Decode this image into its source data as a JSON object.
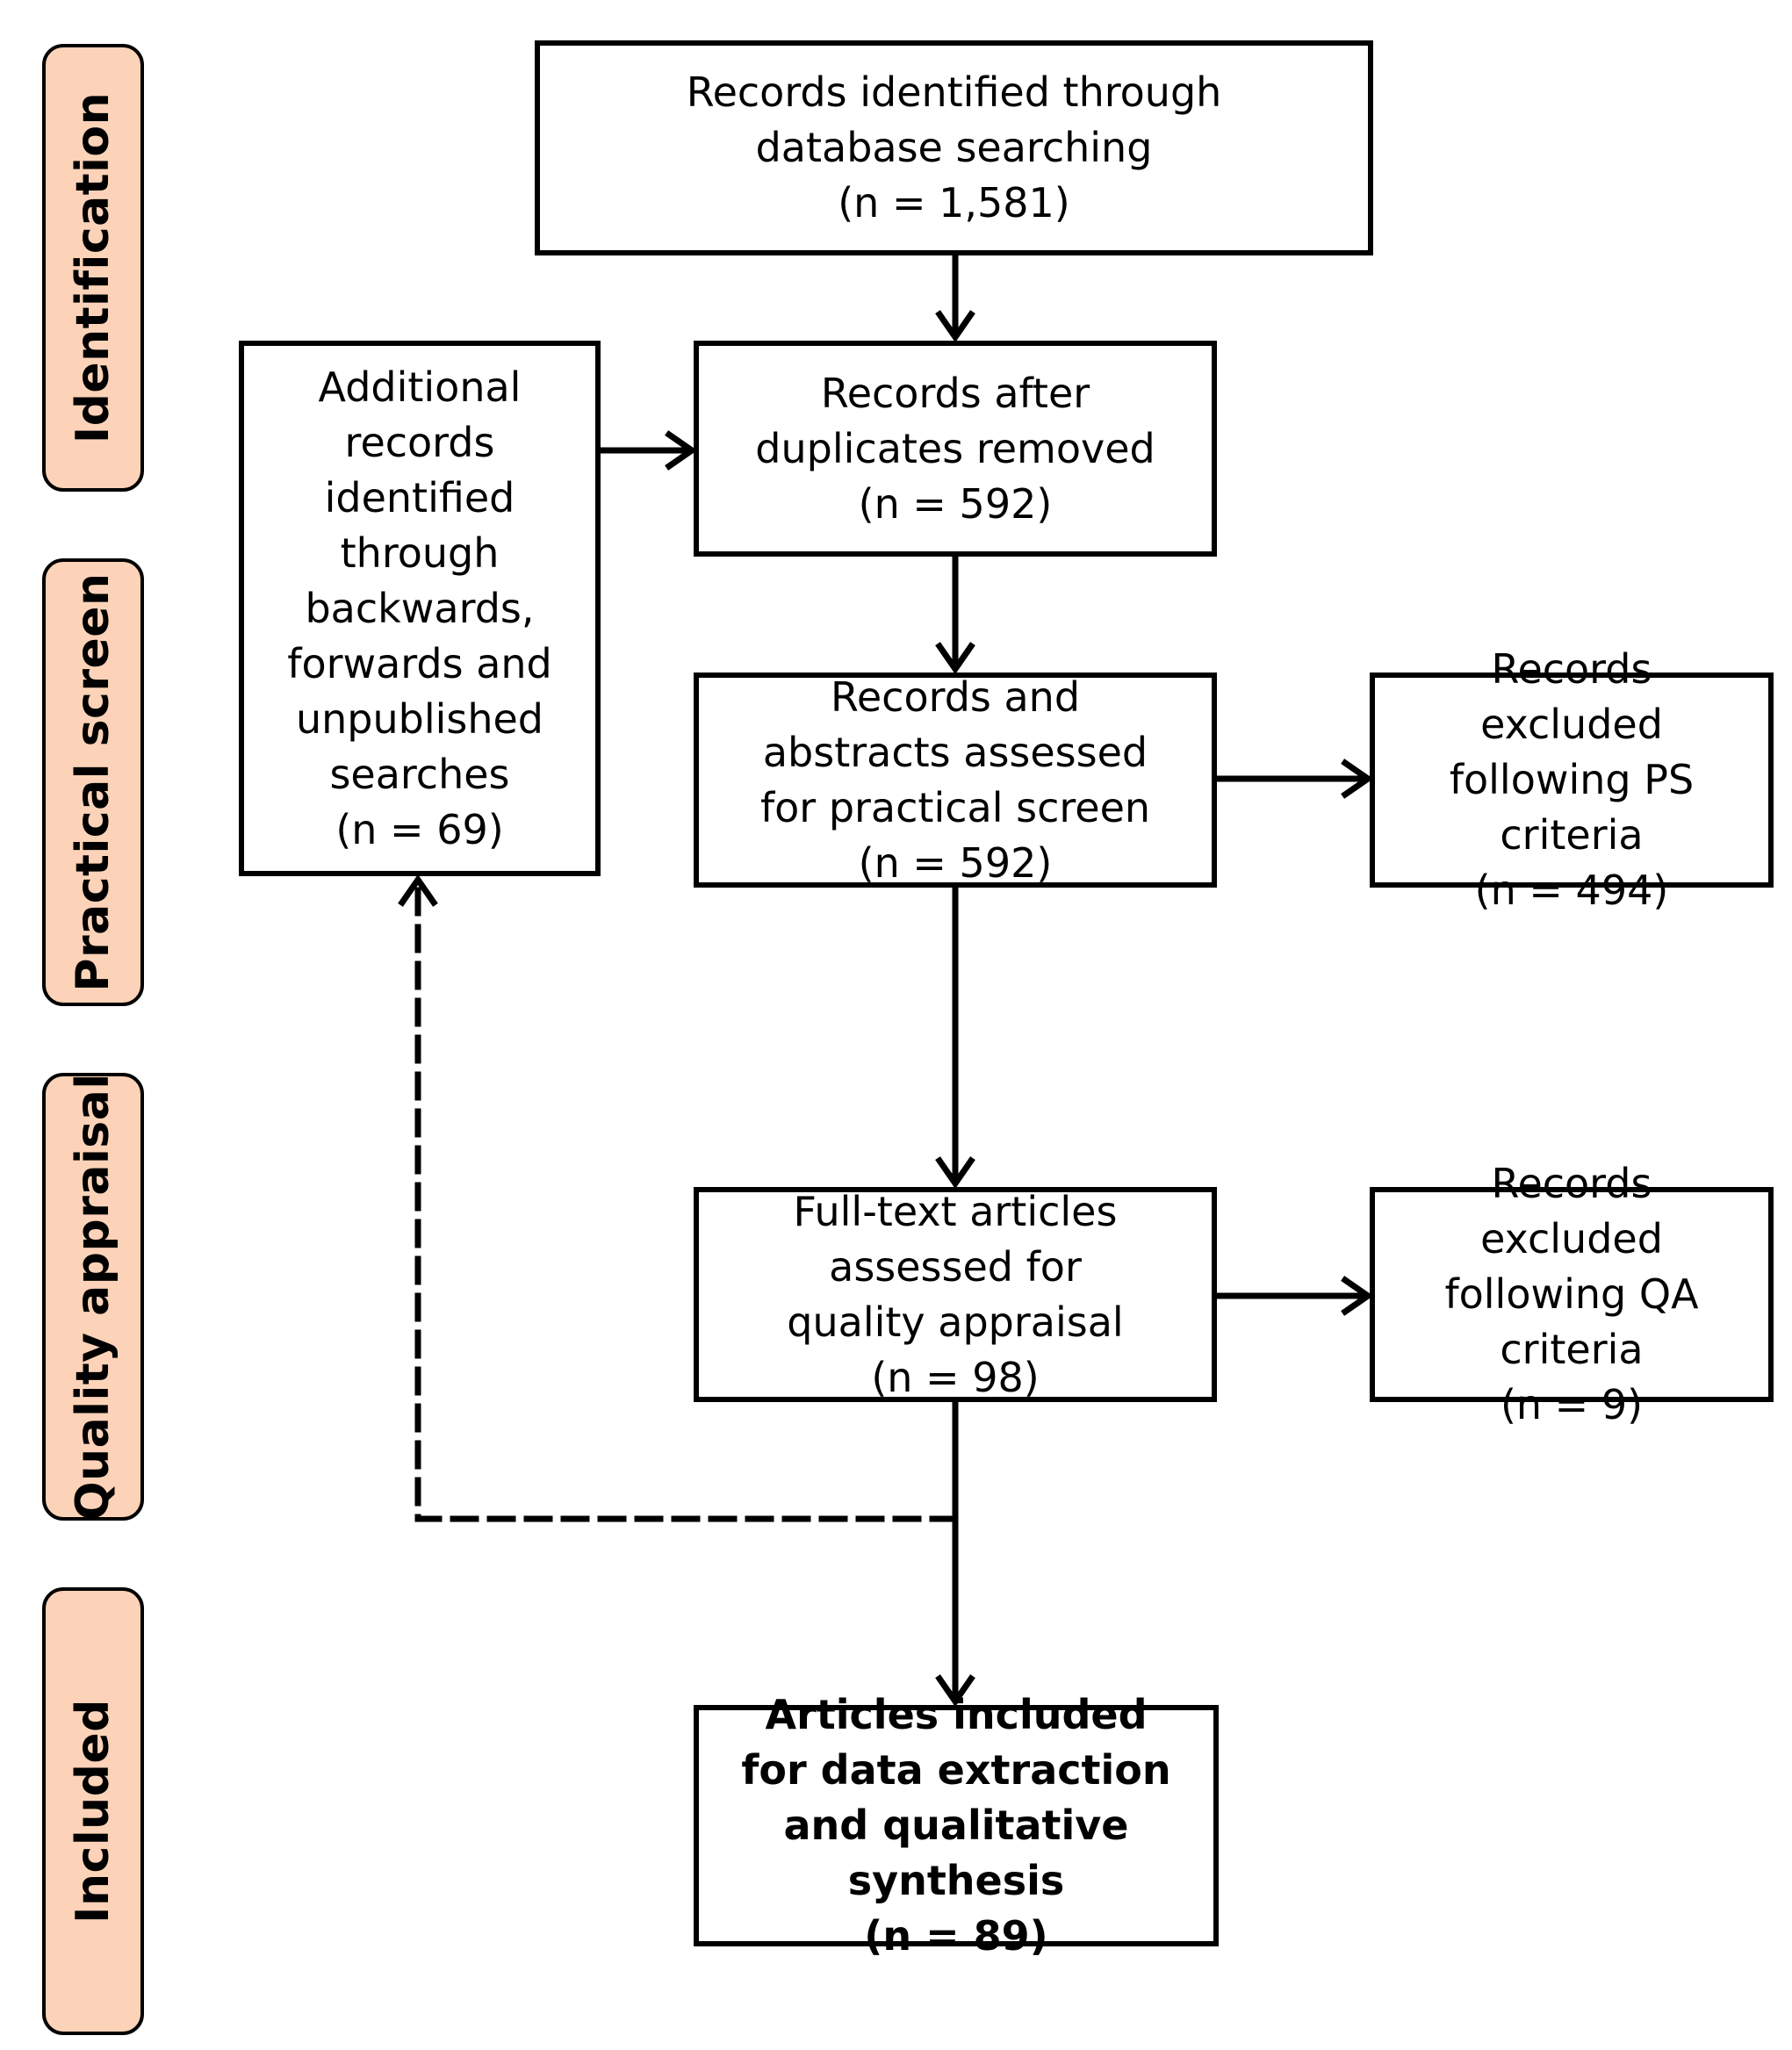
{
  "phases": [
    {
      "id": "identification",
      "label": "Identification"
    },
    {
      "id": "practical-screen",
      "label": "Practical screen"
    },
    {
      "id": "quality-appraisal",
      "label": "Quality appraisal"
    },
    {
      "id": "included",
      "label": "Included"
    }
  ],
  "boxes": {
    "db_search": {
      "text": "Records identified through database searching",
      "count": "(n = 1,581)"
    },
    "additional": {
      "text": "Additional records identified through backwards, forwards and unpublished searches",
      "count": "(n = 69)"
    },
    "after_duplicates": {
      "text": "Records after duplicates removed",
      "count": "(n = 592)"
    },
    "practical_screen": {
      "text": "Records and abstracts assessed for practical screen",
      "count": "(n = 592)"
    },
    "excluded_ps": {
      "text": "Records excluded following PS criteria",
      "count": "(n = 494)"
    },
    "full_text": {
      "text": "Full-text articles assessed for quality appraisal",
      "count": "(n = 98)"
    },
    "excluded_qa": {
      "text": "Records excluded following QA criteria",
      "count": "(n = 9)"
    },
    "included": {
      "text": "Articles included for data extraction and qualitative synthesis",
      "count": "(n = 89)"
    }
  },
  "colors": {
    "phase_fill": "#fcd3b8",
    "stroke": "#000000"
  }
}
